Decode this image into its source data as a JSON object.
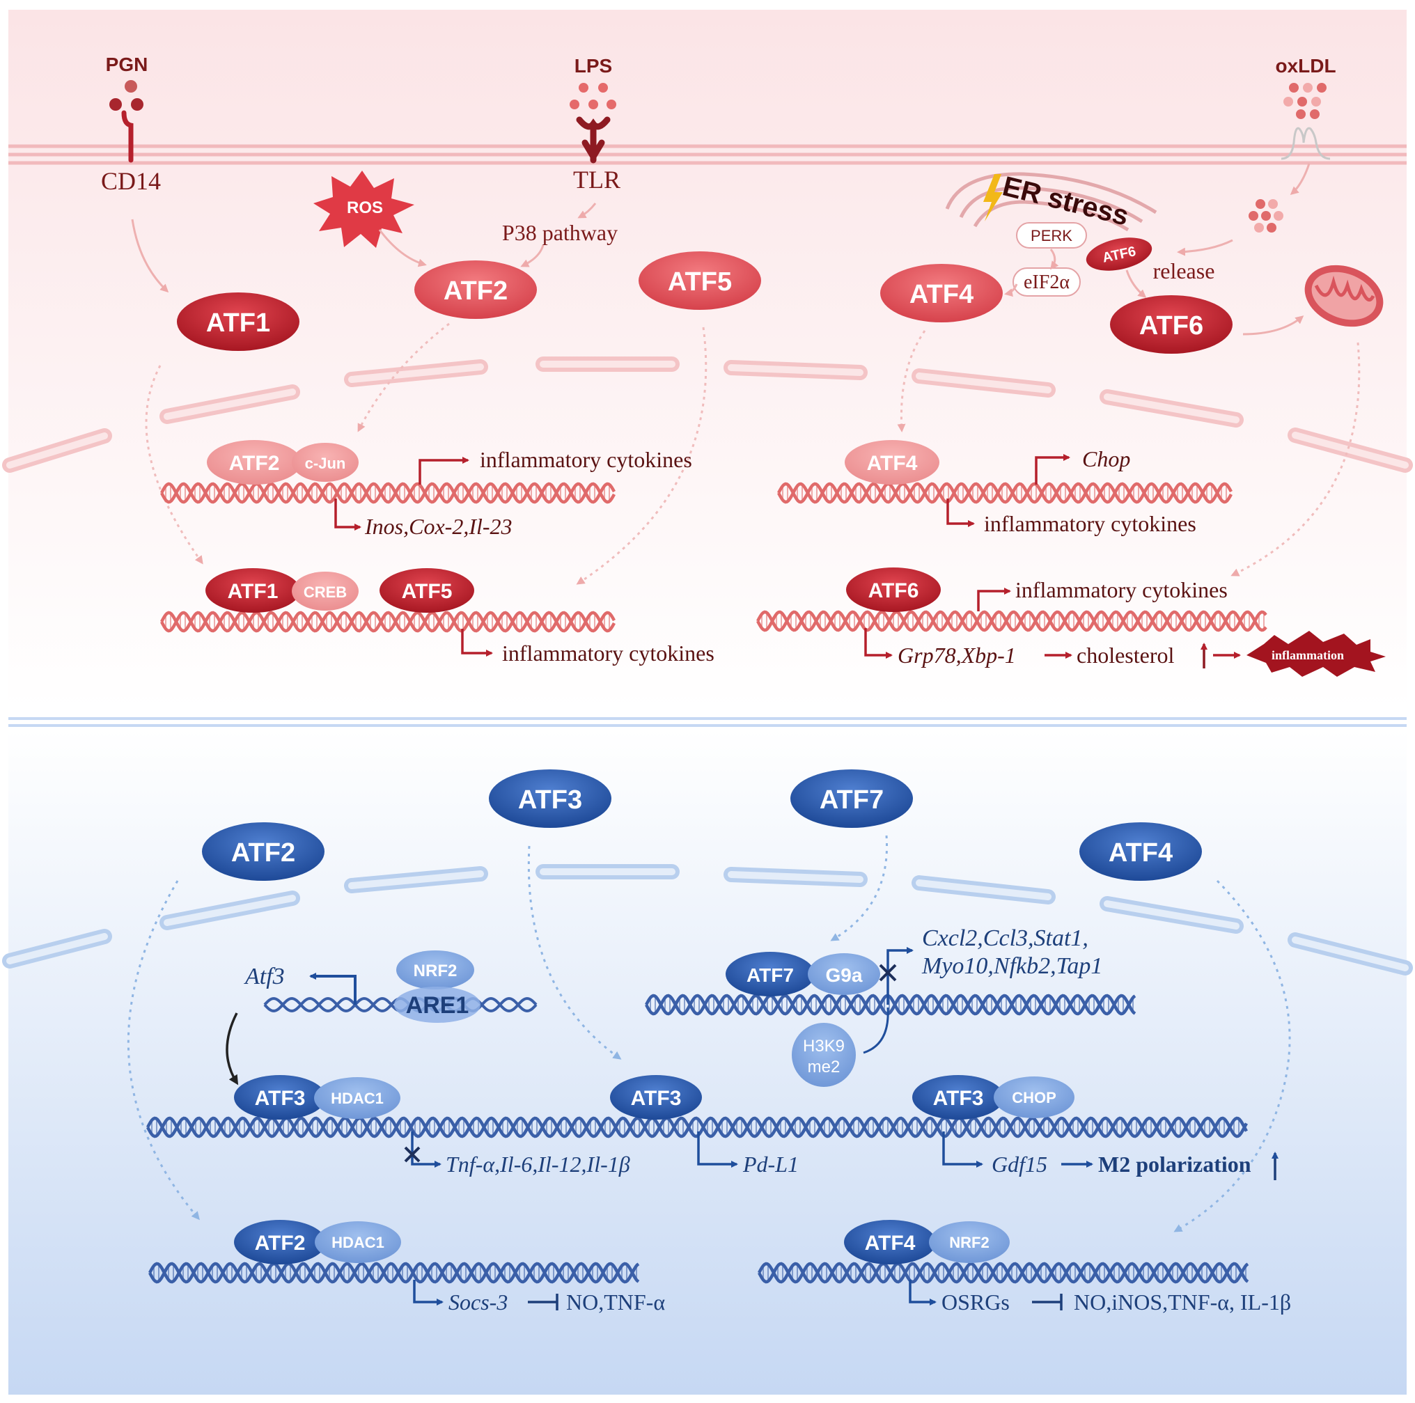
{
  "colors": {
    "red_dark": "#b5202c",
    "red_mid": "#e0555c",
    "red_light": "#f2a0a0",
    "red_text": "#7a1a1a",
    "blue_dark": "#1f4e9c",
    "blue_mid": "#3d6fbf",
    "blue_light": "#7fa6e0",
    "blue_text": "#1d3f7a",
    "dna_red": "#e06a6a",
    "dna_blue": "#3a5fa8"
  },
  "top": {
    "ligands": {
      "pgn": "PGN",
      "lps": "LPS",
      "oxldl": "oxLDL"
    },
    "receptors": {
      "cd14": "CD14",
      "tlr": "TLR"
    },
    "ros": "ROS",
    "p38": "P38 pathway",
    "er": {
      "title": "ER stress",
      "perk": "PERK",
      "eif2a": "eIF2α",
      "atf6": "ATF6",
      "release": "release"
    },
    "factors": {
      "atf1": "ATF1",
      "atf2": "ATF2",
      "atf5": "ATF5",
      "atf4": "ATF4",
      "atf6": "ATF6"
    },
    "dna": {
      "d1": {
        "p1": "ATF2",
        "p2": "c-Jun",
        "up": "inflammatory cytokines",
        "down": "Inos,Cox-2,Il-23"
      },
      "d2": {
        "p1": "ATF1",
        "p2": "CREB",
        "p3": "ATF5",
        "down": "inflammatory cytokines"
      },
      "d3": {
        "p1": "ATF4",
        "up": "Chop",
        "down": "inflammatory cytokines"
      },
      "d4": {
        "p1": "ATF6",
        "up": "inflammatory cytokines",
        "down": "Grp78,Xbp-1",
        "chain": "cholesterol",
        "end": "inflammation"
      }
    }
  },
  "bottom": {
    "factors": {
      "atf2": "ATF2",
      "atf3": "ATF3",
      "atf7": "ATF7",
      "atf4": "ATF4"
    },
    "are": {
      "gene": "Atf3",
      "nrf2": "NRF2",
      "are1": "ARE1"
    },
    "atf7": {
      "p1": "ATF7",
      "p2": "G9a",
      "mark1": "H3K9",
      "mark2": "me2",
      "genes1": "Cxcl2,Ccl3,Stat1,",
      "genes2": "Myo10,Nfkb2,Tap1"
    },
    "dna_main": {
      "c1": {
        "p1": "ATF3",
        "p2": "HDAC1",
        "out": "Tnf-α,Il-6,Il-12,Il-1β"
      },
      "c2": {
        "p1": "ATF3",
        "out": "Pd-L1"
      },
      "c3": {
        "p1": "ATF3",
        "p2": "CHOP",
        "out": "Gdf15",
        "chain": "M2 polarization"
      }
    },
    "dna_l": {
      "p1": "ATF2",
      "p2": "HDAC1",
      "out": "Socs-3",
      "target": "NO,TNF-α"
    },
    "dna_r": {
      "p1": "ATF4",
      "p2": "NRF2",
      "out": "OSRGs",
      "target": "NO,iNOS,TNF-α, IL-1β"
    }
  }
}
